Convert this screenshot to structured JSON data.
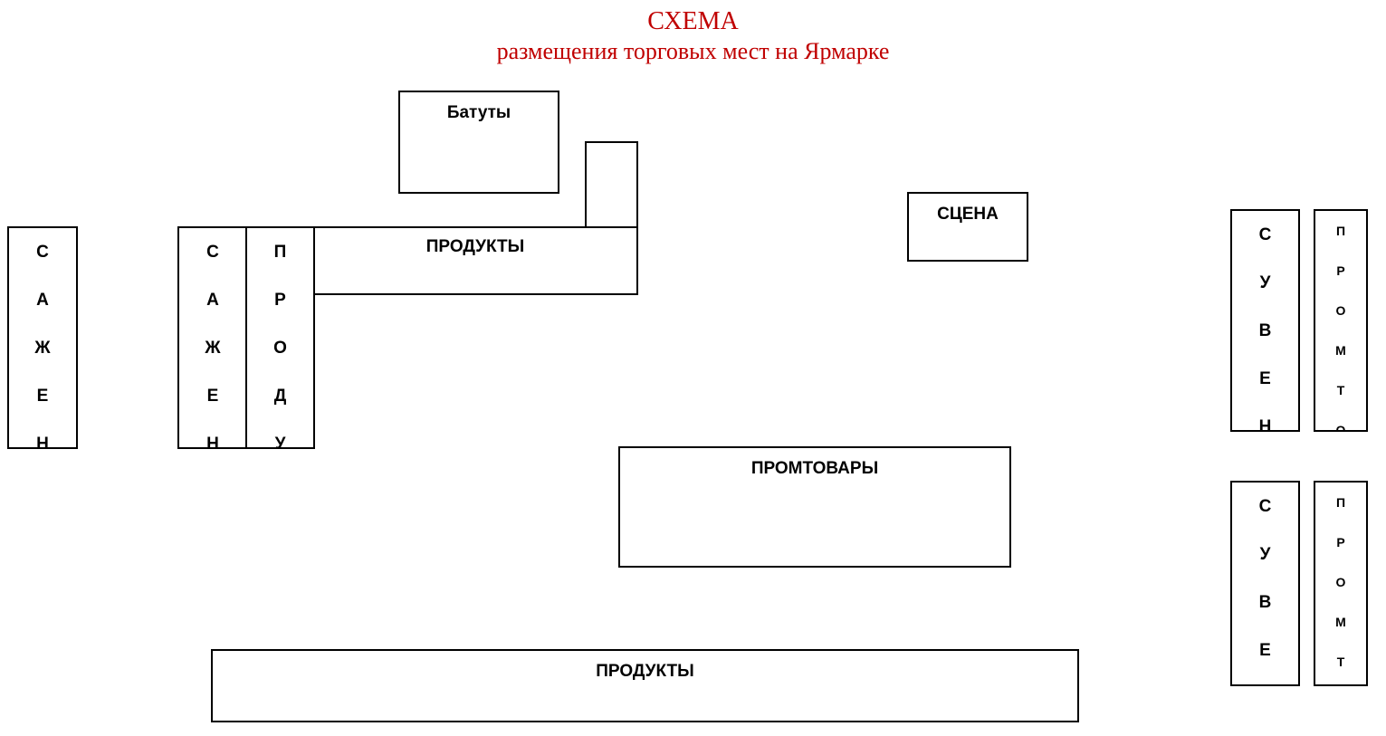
{
  "title": {
    "line1": "СХЕМА",
    "line2": "размещения торговых мест на Ярмарке"
  },
  "boxes": {
    "batuty": "Батуты",
    "produkty_top": "ПРОДУКТЫ",
    "scena": "СЦЕНА",
    "promtovary": "ПРОМТОВАРЫ",
    "produkty_bottom": "ПРОДУКТЫ"
  },
  "vertical_stalls": {
    "saj_left": [
      "С",
      "А",
      "Ж",
      "Е",
      "Н"
    ],
    "saj_mid": [
      "С",
      "А",
      "Ж",
      "Е",
      "Н"
    ],
    "prod_mid": [
      "П",
      "Р",
      "О",
      "Д",
      "У"
    ],
    "suv_top": [
      "С",
      "У",
      "В",
      "Е",
      "Н"
    ],
    "prom_top": [
      "П",
      "Р",
      "О",
      "М",
      "Т",
      "О"
    ],
    "suv_bottom": [
      "С",
      "У",
      "В",
      "Е"
    ],
    "prom_bottom": [
      "П",
      "Р",
      "О",
      "М",
      "Т"
    ]
  },
  "colors": {
    "title": "#c00000",
    "border": "#000000"
  }
}
